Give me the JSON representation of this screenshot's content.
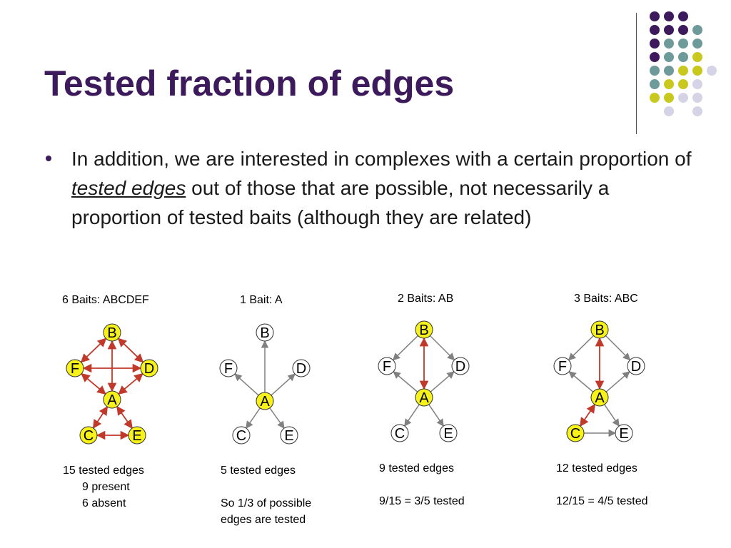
{
  "title": "Tested fraction of edges",
  "bullet": {
    "pre": "In addition, we are interested in complexes with a certain proportion of ",
    "emphasis": "tested edges",
    "post": " out of those that are possible, not necessarily a proportion of tested baits (although they are related)"
  },
  "colors": {
    "title": "#3d1a5c",
    "bait_fill": "#f7f21a",
    "tested_edge": "#c0392b",
    "untested_edge": "#808080",
    "dot_purple": "#3d1a5c",
    "dot_teal": "#6e9a9a",
    "dot_yellow": "#c8c81e",
    "dot_lavender": "#d4d4e6"
  },
  "panels": [
    {
      "caption": "6 Baits: ABCDEF",
      "baits": [
        "A",
        "B",
        "C",
        "D",
        "E",
        "F"
      ],
      "notes": [
        "15 tested edges",
        "9 present",
        "6 absent"
      ]
    },
    {
      "caption": "1 Bait: A",
      "baits": [
        "A"
      ],
      "notes": [
        "5 tested edges",
        "",
        "So 1/3 of possible",
        "edges are tested"
      ]
    },
    {
      "caption": "2 Baits: AB",
      "baits": [
        "A",
        "B"
      ],
      "notes": [
        "9 tested edges",
        "",
        "9/15 = 3/5 tested"
      ]
    },
    {
      "caption": "3 Baits: ABC",
      "baits": [
        "A",
        "B",
        "C"
      ],
      "notes": [
        "12 tested edges",
        "",
        "12/15 = 4/5 tested"
      ]
    }
  ]
}
